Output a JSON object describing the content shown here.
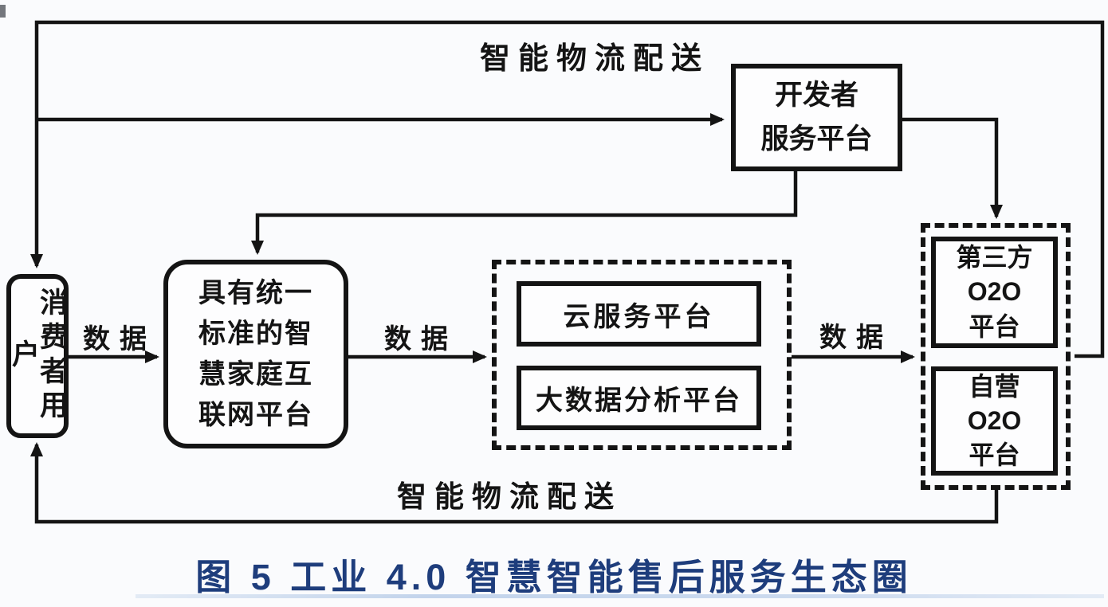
{
  "diagram": {
    "caption": "图 5  工业 4.0 智慧智能售后服务生态圈",
    "top_flow_label": "智能物流配送",
    "bottom_flow_label": "智能物流配送",
    "nodes": {
      "consumer": "消费者用户",
      "developer_platform": "开发者\n服务平台",
      "smart_home_platform": "具有统一\n标准的智\n慧家庭互\n联网平台",
      "cloud_service_platform": "云服务平台",
      "big_data_platform": "大数据分析平台",
      "third_party_o2o": "第三方\nO2O\n平台",
      "self_operated_o2o": "自营\nO2O\n平台"
    },
    "edge_labels": {
      "consumer_to_home": "数据",
      "home_to_cloud": "数据",
      "cloud_to_o2o": "数据"
    },
    "colors": {
      "line": "#141414",
      "caption_text": "#1e3d7c",
      "background": "#fafbfd"
    }
  }
}
